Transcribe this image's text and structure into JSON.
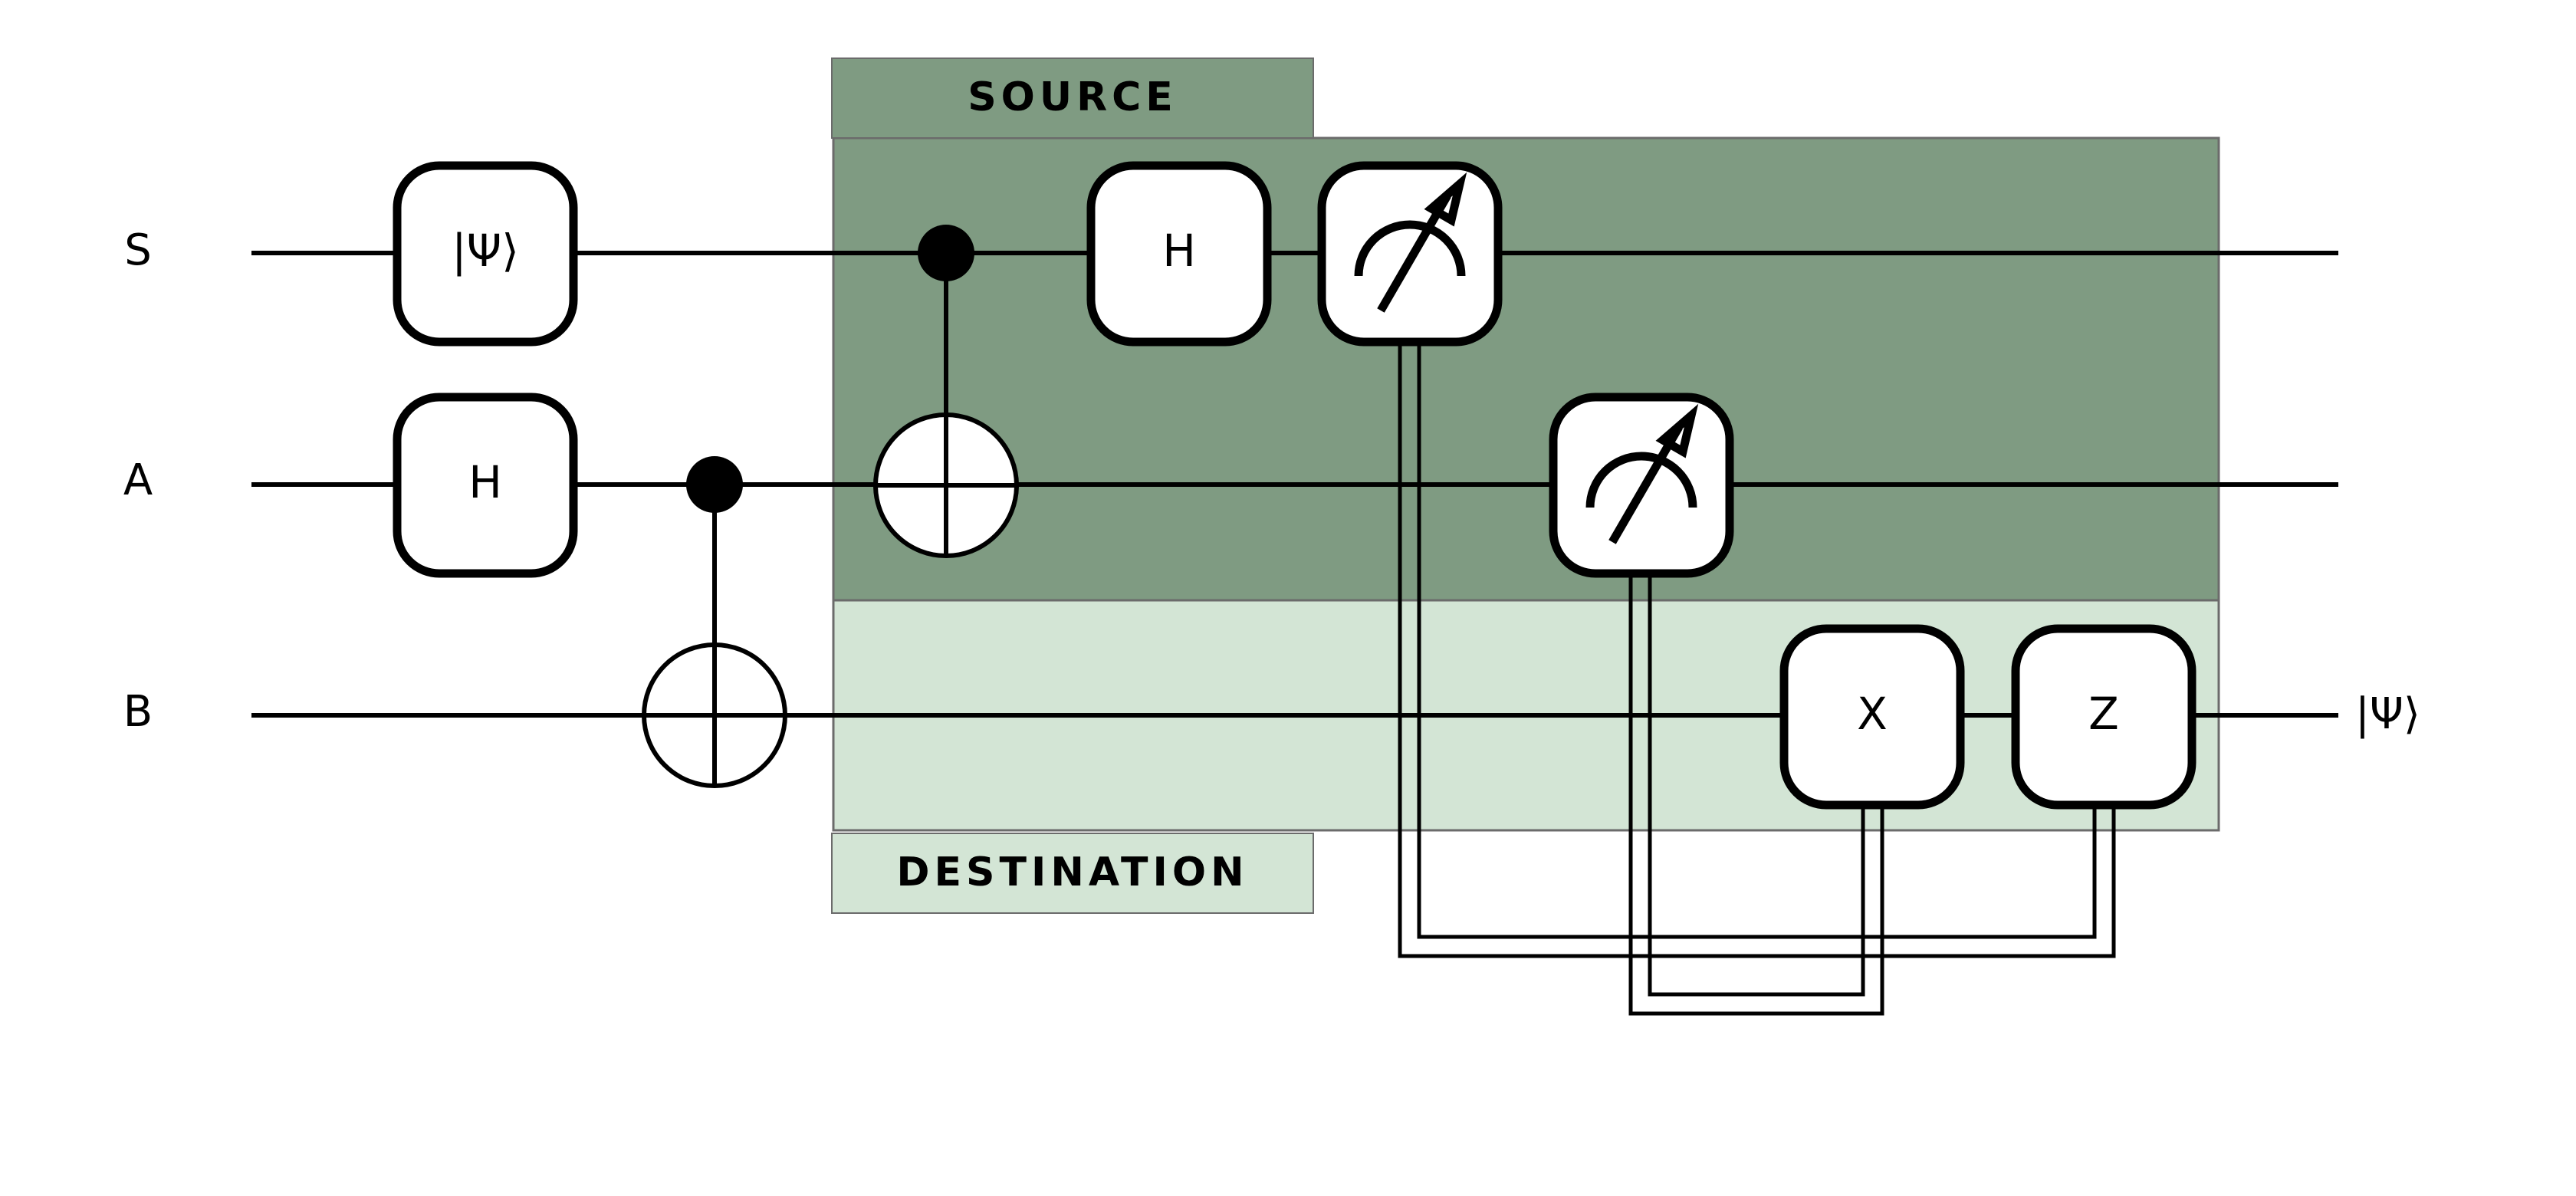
{
  "qubits": [
    {
      "id": "S",
      "label": "S"
    },
    {
      "id": "A",
      "label": "A"
    },
    {
      "id": "B",
      "label": "B"
    }
  ],
  "regions": {
    "source": {
      "label": "SOURCE",
      "color": "#7f9b82"
    },
    "destination": {
      "label": "DESTINATION",
      "color": "#d3e5d5"
    }
  },
  "gates": {
    "state_prep": {
      "label": "|Ψ⟩"
    },
    "hadamard_a": {
      "label": "H"
    },
    "hadamard_s": {
      "label": "H"
    },
    "pauli_x": {
      "label": "X"
    },
    "pauli_z": {
      "label": "Z"
    }
  },
  "output": {
    "label": "|Ψ⟩"
  },
  "colors": {
    "wire": "#000000",
    "gate_fill": "#ffffff",
    "panel_border": "#6b6b6b"
  }
}
